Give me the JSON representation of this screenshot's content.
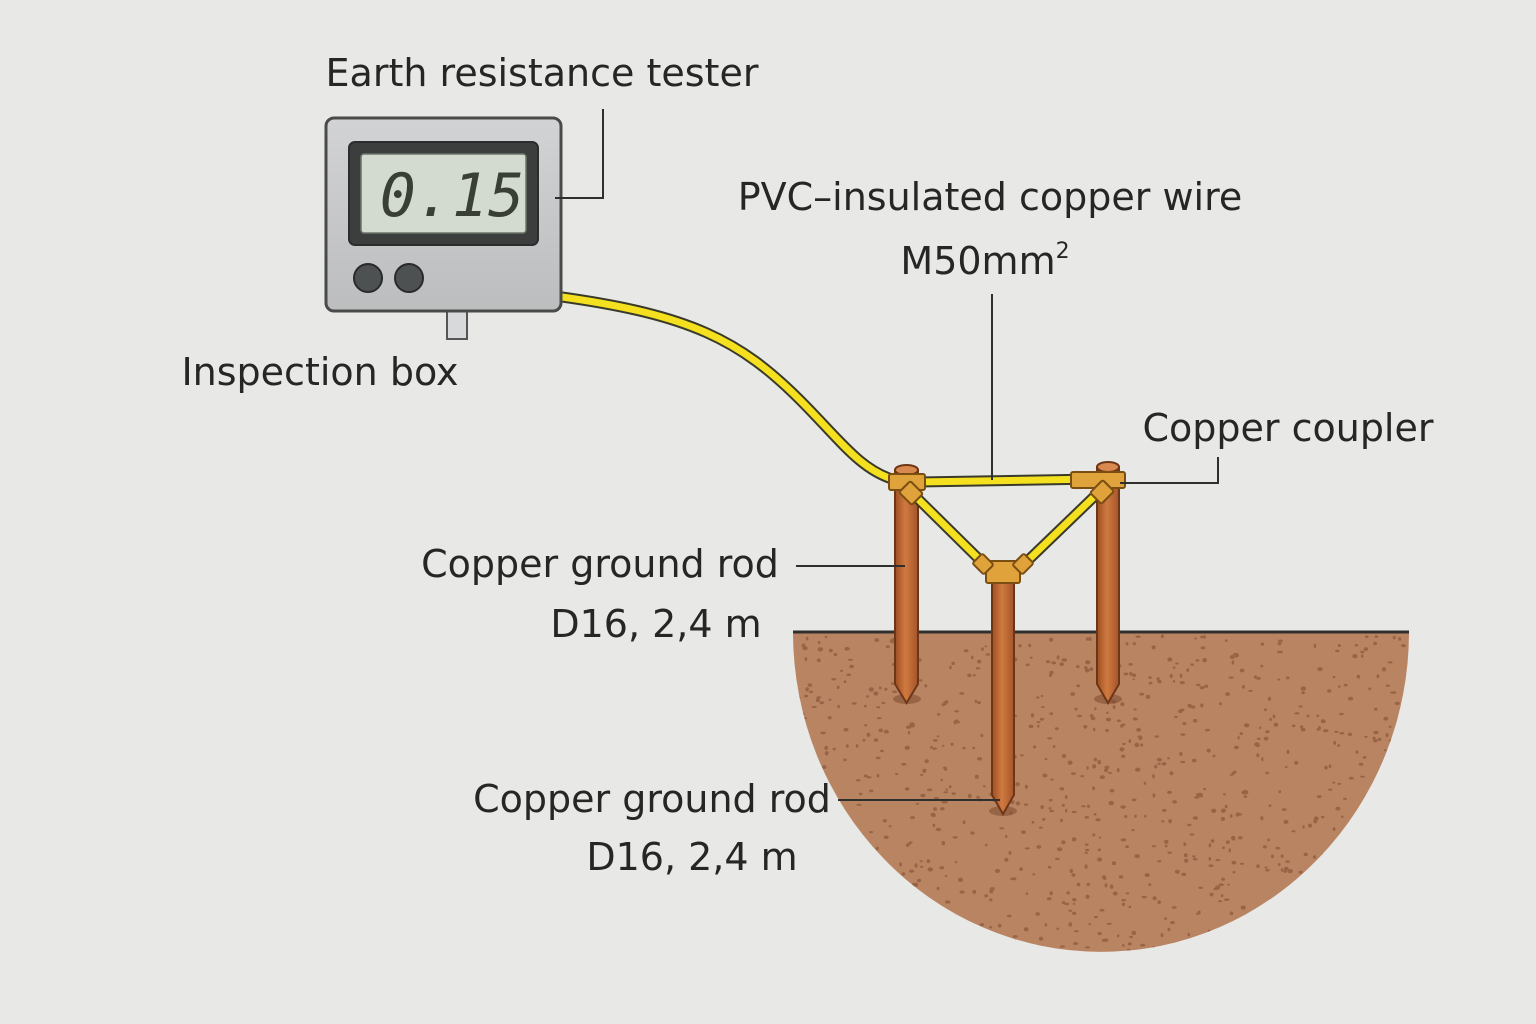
{
  "labels": {
    "tester": "Earth resistance tester",
    "inspection_box": "Inspection box",
    "wire_line1": "PVC–insulated copper wire",
    "wire_line2": "M50mm",
    "wire_sup": "2",
    "coupler": "Copper coupler",
    "rod_upper_line1": "Copper ground rod",
    "rod_upper_line2": "D16, 2,4 m",
    "rod_lower_line1": "Copper ground rod",
    "rod_lower_line2": "D16, 2,4 m"
  },
  "meter": {
    "reading": "0.15"
  },
  "colors": {
    "background": "#e8e8e6",
    "wire": "#f4e01f",
    "rod": "#c0672f",
    "soil": "#b98462",
    "meter_body": "#c9cacb",
    "lcd": "#d3dbd0"
  }
}
